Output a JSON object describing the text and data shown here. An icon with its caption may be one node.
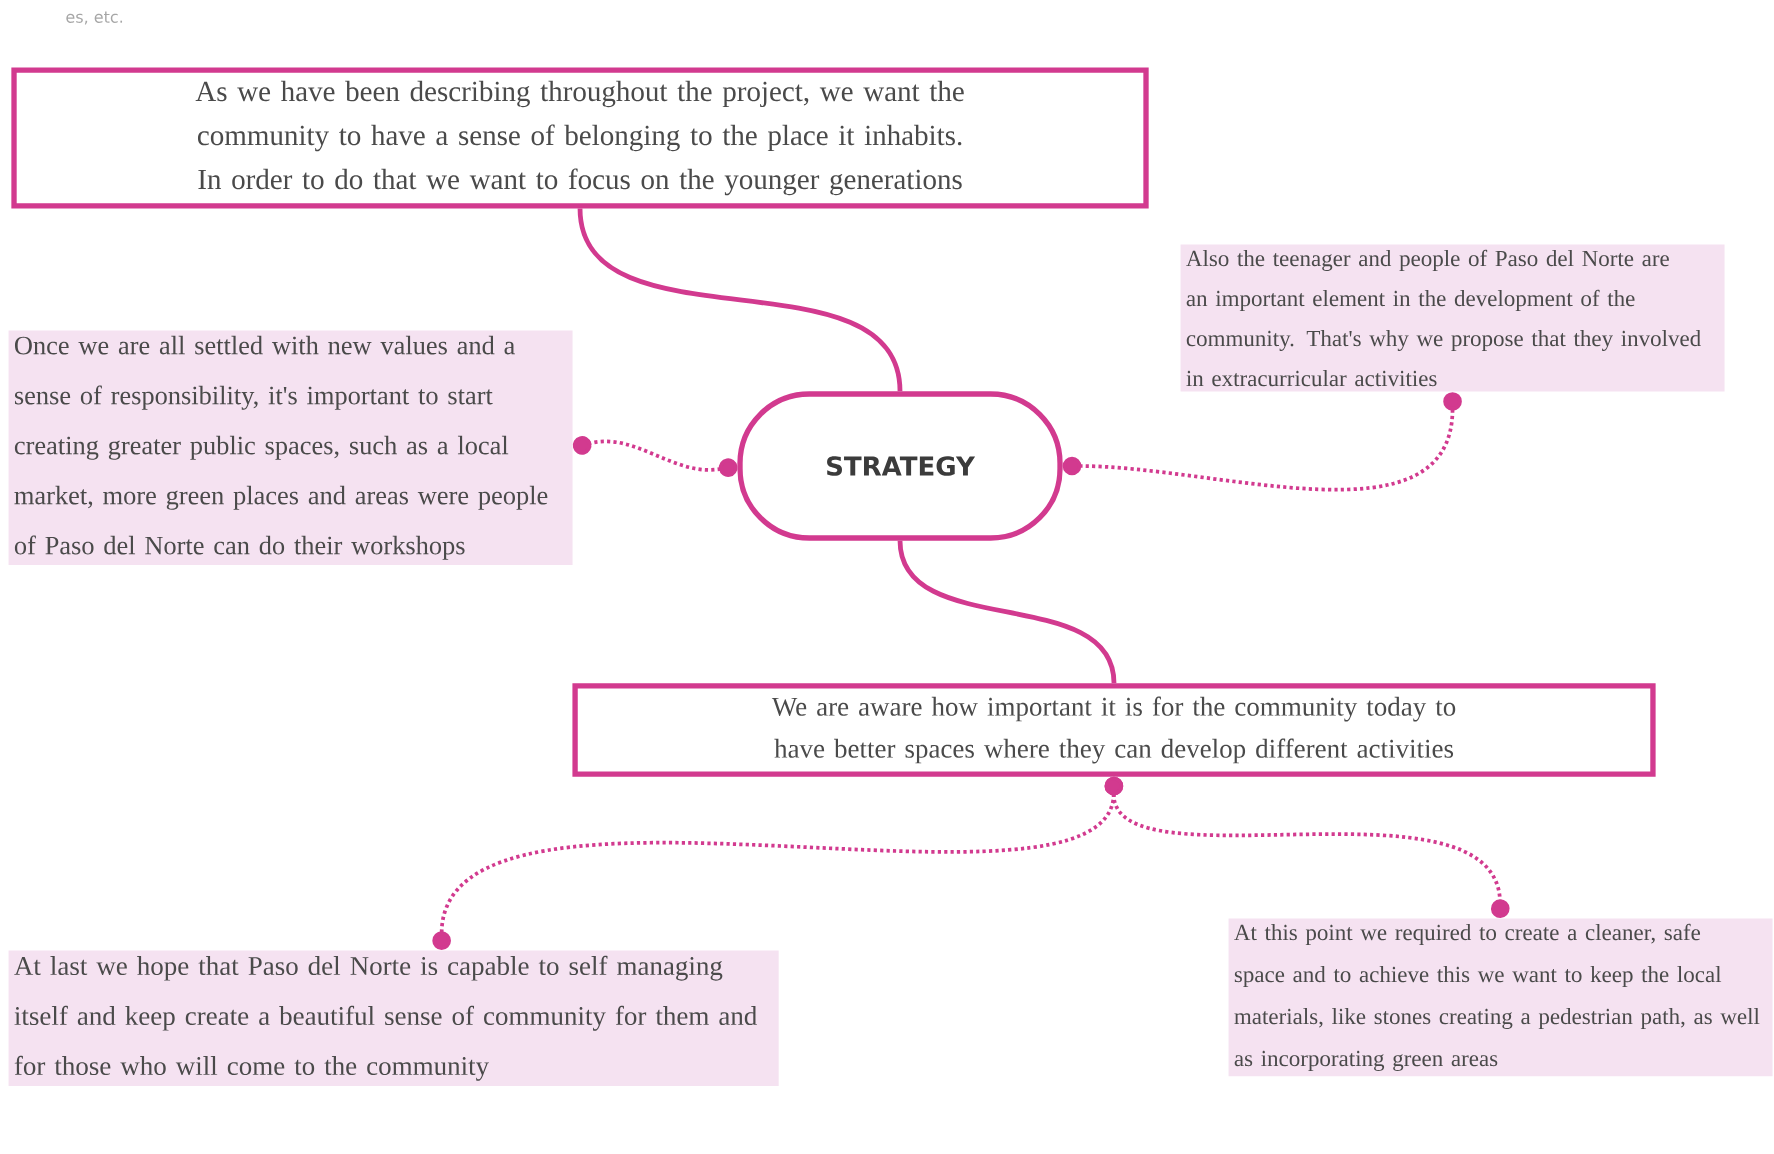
{
  "diagram": {
    "nodes": [
      {
        "text": [
          "As we have been describing throughout the project, we want the community to have a sense of belonging to the place it inhabits. In order to do that we want to focus on the younger generations"
        ]
      },
      {
        "text": [
          "STRATEGY"
        ]
      },
      {
        "text": [
          "Once we are all settled with new values and a sense of responsibility, it's important to start creating greater public spaces, such as a local market, more green places and areas were people of Paso del Norte can do their workshops"
        ]
      },
      {
        "text": [
          "Also the teenager and people of Paso del Norte are an important element in the development of the community. That's why we propose that they involved in extracurricular activities"
        ]
      },
      {
        "text": [
          "We are aware how important it is for the community today to have better spaces where they can develop different activities"
        ]
      },
      {
        "text": [
          "At last we hope that Paso del Norte is capable to self managing itself and keep create a beautiful sense of community for them and for those who will come to the community"
        ]
      },
      {
        "text": [
          "At this point we required to create a cleaner, safe space and to achieve this we want to keep the local materials, like stones creating a pedestrian path, as well as incorporating green areas"
        ]
      }
    ],
    "edges": [
      {
        "from": 0,
        "to": 1,
        "arrow": "none"
      },
      {
        "from": 1,
        "to": 4,
        "arrow": "none"
      },
      {
        "from": 1,
        "to": 2,
        "arrow": "other",
        "style": "dashed"
      },
      {
        "from": 1,
        "to": 3,
        "arrow": "other",
        "style": "dashed"
      },
      {
        "from": 4,
        "to": 5,
        "arrow": "other",
        "style": "dashed"
      },
      {
        "from": 4,
        "to": 6,
        "arrow": "other",
        "style": "dashed"
      }
    ],
    "labels": [
      "es, etc."
    ]
  }
}
